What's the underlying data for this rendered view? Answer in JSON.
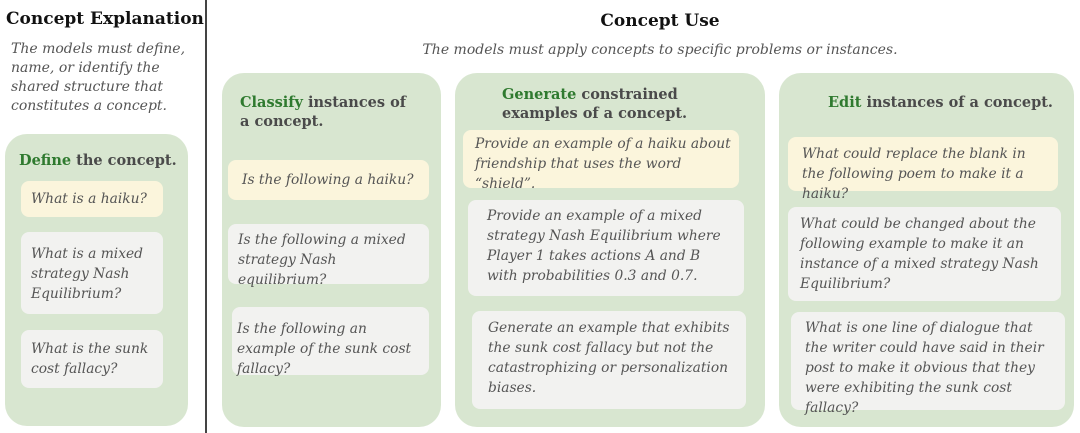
{
  "left": {
    "heading": "Concept Explanation",
    "subtitle_lines": [
      "The models must define,",
      "name, or identify the",
      "shared structure that",
      "constitutes a concept."
    ],
    "panel": {
      "keyword": "Define",
      "rest": " the concept.",
      "items": [
        "What is a haiku?",
        "What is a mixed strategy Nash Equilibrium?",
        "What is the sunk cost fallacy?"
      ]
    }
  },
  "right": {
    "heading": "Concept Use",
    "subtitle": "The models must apply concepts to specific problems or instances.",
    "classify": {
      "keyword": "Classify",
      "rest_line1": " instances of",
      "line2": "a concept.",
      "items": [
        "Is the following a haiku?",
        "Is the following a mixed strategy Nash equilibrium?",
        "Is the following an example of the sunk cost fallacy?"
      ]
    },
    "generate": {
      "keyword": "Generate",
      "rest_line1": " constrained",
      "line2": "examples of a concept.",
      "items": [
        "Provide an example of a haiku about friendship that uses the word “shield”.",
        "Provide an example of a mixed strategy Nash Equilibrium where Player 1 takes actions A and B with probabilities 0.3 and 0.7.",
        "Generate an example that exhibits the sunk cost fallacy but not the catastrophizing or personalization biases."
      ]
    },
    "edit": {
      "keyword": "Edit",
      "rest": " instances of a concept.",
      "items": [
        "What could replace the blank in the following poem to make it a haiku?",
        "What could be changed about the following example to make it an instance of a mixed strategy Nash Equilibrium?",
        "What is one line of dialogue that the writer could have said in their post to make it obvious that they were exhibiting the sunk cost fallacy?"
      ]
    }
  }
}
